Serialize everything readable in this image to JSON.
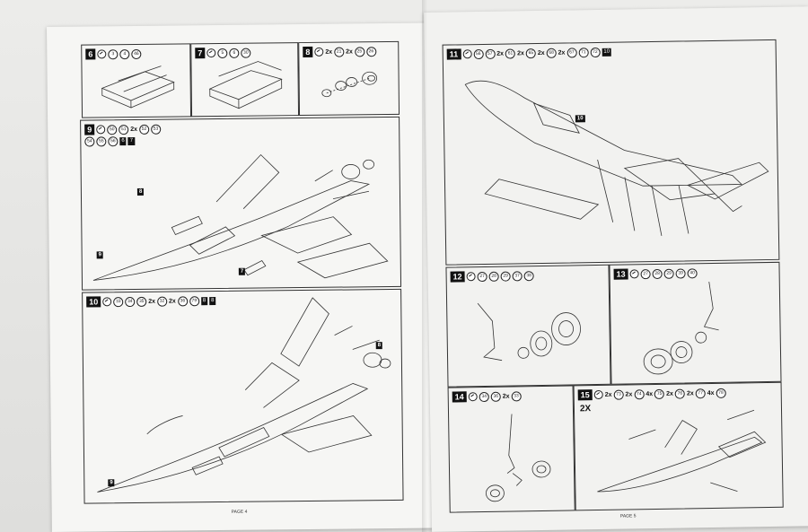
{
  "left_page": {
    "footer": "PAGE 4",
    "steps": [
      {
        "num": "6",
        "parts": [
          "3",
          "4",
          "46"
        ]
      },
      {
        "num": "7",
        "parts": [
          "5",
          "6",
          "30"
        ]
      },
      {
        "num": "8",
        "parts": [
          "2x",
          "21",
          "2x",
          "25",
          "26"
        ]
      },
      {
        "num": "9",
        "parts": [
          "50",
          "51",
          "2x",
          "52",
          "53",
          "54",
          "55",
          "56"
        ],
        "refs": [
          "6",
          "7"
        ]
      },
      {
        "num": "10",
        "parts": [
          "33",
          "34",
          "35",
          "2x",
          "32",
          "2x",
          "36",
          "79"
        ],
        "refs": [
          "8",
          "8"
        ]
      }
    ],
    "tags": [
      "8",
      "9",
      "7",
      "8",
      "9"
    ]
  },
  "right_page": {
    "footer": "PAGE 5",
    "steps": [
      {
        "num": "11",
        "parts": [
          "56",
          "57",
          "2x",
          "61",
          "2x",
          "65",
          "2x",
          "68",
          "2x",
          "67",
          "71",
          "72"
        ],
        "refs": [
          "10"
        ]
      },
      {
        "num": "12",
        "parts": [
          "27",
          "28",
          "29",
          "37",
          "38"
        ]
      },
      {
        "num": "13",
        "parts": [
          "27",
          "28",
          "29",
          "39",
          "40"
        ]
      },
      {
        "num": "14",
        "parts": [
          "34",
          "36",
          "2x",
          "33"
        ]
      },
      {
        "num": "15",
        "parts": [
          "2x",
          "73",
          "2x",
          "74",
          "4x",
          "75",
          "2x",
          "76",
          "2x",
          "77",
          "4x",
          "78"
        ],
        "note": "2X"
      }
    ],
    "tags": [
      "10"
    ]
  }
}
